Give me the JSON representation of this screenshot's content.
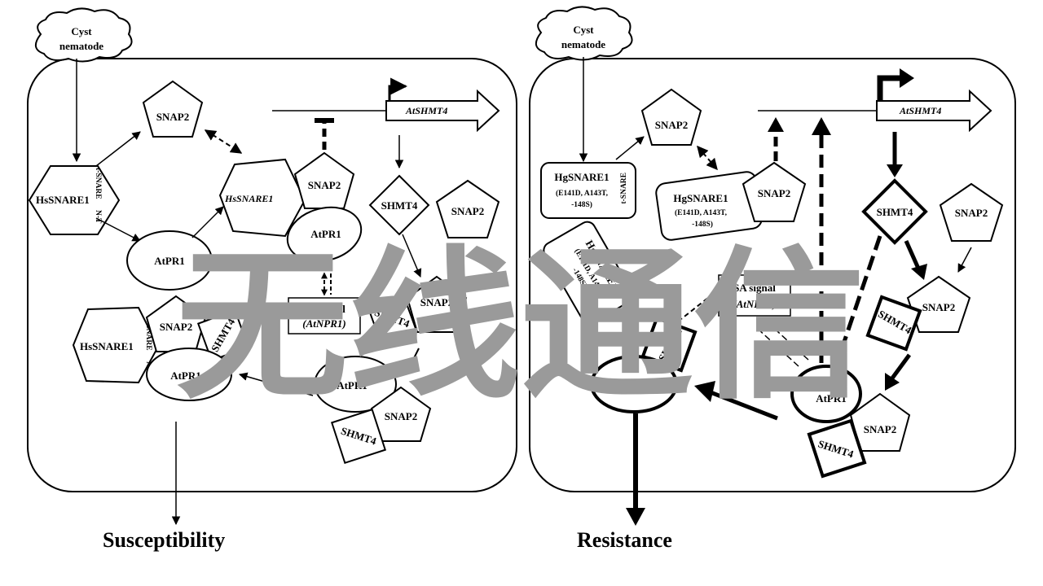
{
  "left_panel": {
    "trigger": {
      "line1": "Cyst",
      "line2": "nematode"
    },
    "snare_hex": "HsSNARE1",
    "tsnare": "t-SNARE",
    "nt": "N-T",
    "snap2": "SNAP2",
    "atpr1": "AtPR1",
    "shmt4": "SHMT4",
    "gene": "AtSHMT4",
    "sa_signal": {
      "line1": "SA signal",
      "line2": "(AtNPR1)"
    },
    "outcome": "Susceptibility"
  },
  "right_panel": {
    "trigger": {
      "line1": "Cyst",
      "line2": "nematode"
    },
    "snare_box": "HgSNARE1",
    "snare_sub": {
      "line1": "(E141D, A143T,",
      "line2": "-148S)"
    },
    "tsnare": "t-SNARE",
    "snap2": "SNAP2",
    "atpr1": "AtPR1",
    "shmt4": "SHMT4",
    "gene": "AtSHMT4",
    "sa_signal": {
      "line1": "SA signal",
      "line2": "(AtNPR1)"
    },
    "outcome": "Resistance"
  },
  "watermark": "无线通信"
}
